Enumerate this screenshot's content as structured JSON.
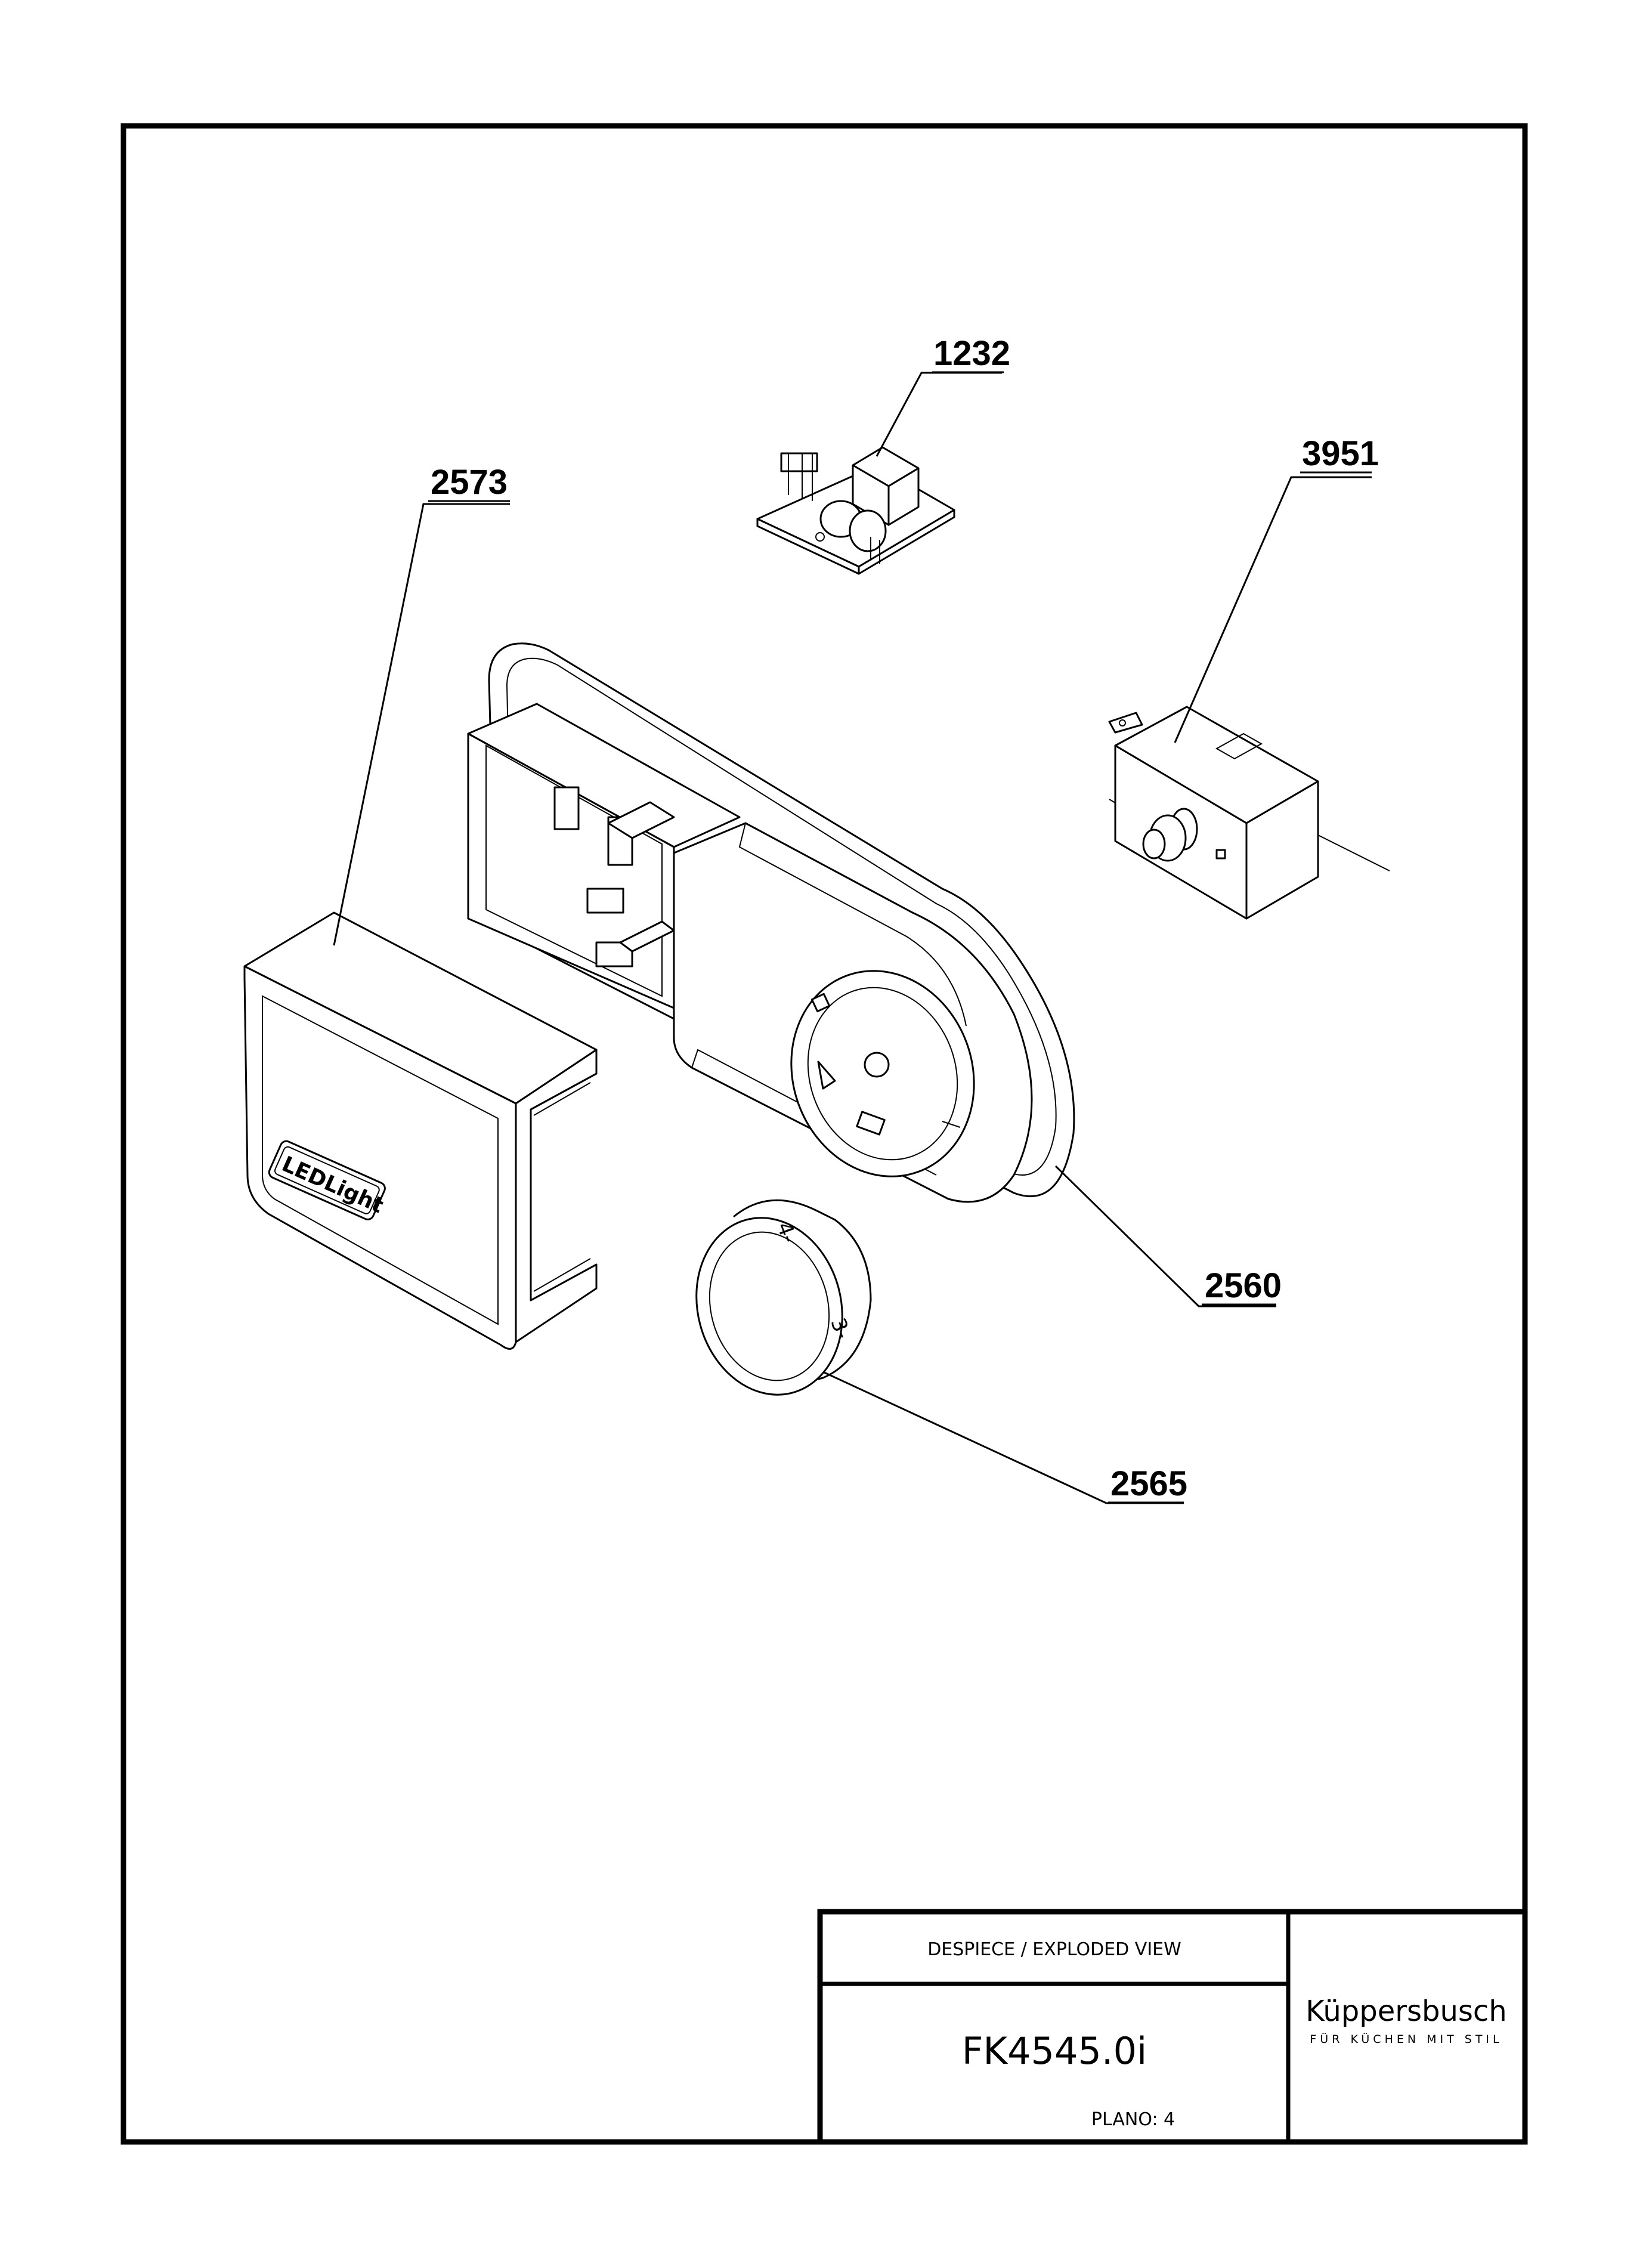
{
  "callouts": [
    {
      "id": "1232",
      "label": "1232"
    },
    {
      "id": "3951",
      "label": "3951"
    },
    {
      "id": "2573",
      "label": "2573"
    },
    {
      "id": "2560",
      "label": "2560"
    },
    {
      "id": "2565",
      "label": "2565"
    }
  ],
  "parts": {
    "cover_text": "LEDLight",
    "knob_marks": [
      "4-",
      "3-"
    ]
  },
  "title_block": {
    "title": "DESPIECE / EXPLODED VIEW",
    "model": "FK4545.0i",
    "sheet": "PLANO: 4",
    "brand": "Küppersbusch",
    "tagline": "FÜR KÜCHEN MIT STIL"
  }
}
